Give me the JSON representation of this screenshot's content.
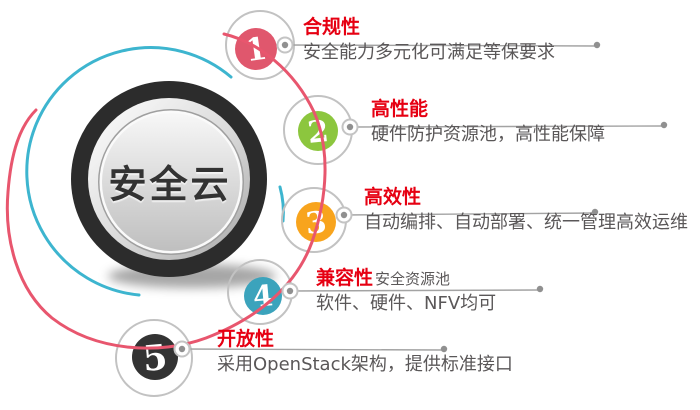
{
  "diagram_title": "安全云",
  "items": [
    {
      "num": "1",
      "title": "合规性",
      "desc": "安全能力多元化可满足等保要求",
      "color": "#e0576d"
    },
    {
      "num": "2",
      "title": "高性能",
      "desc": "硬件防护资源池，高性能保障",
      "color": "#8cc63e"
    },
    {
      "num": "3",
      "title": "高效性",
      "desc": "自动编排、自动部署、统一管理高效运维",
      "color": "#f8a41d"
    },
    {
      "num": "4",
      "title": "兼容性",
      "suffix": "安全资源池",
      "desc": "软件、硬件、NFV均可",
      "color": "#3ba3bc"
    },
    {
      "num": "5",
      "title": "开放性",
      "desc": "采用OpenStack架构，提供标准接口",
      "color": "#333333"
    }
  ],
  "colors": {
    "title_red": "#e60012",
    "desc_gray": "#5a5758",
    "ring_gray": "#c2c2c2",
    "line_gray": "#a3a3a3",
    "red_curve": "#e8566e",
    "cyan_curve": "#3db5cf",
    "button_dark": "#2c2c2c"
  }
}
